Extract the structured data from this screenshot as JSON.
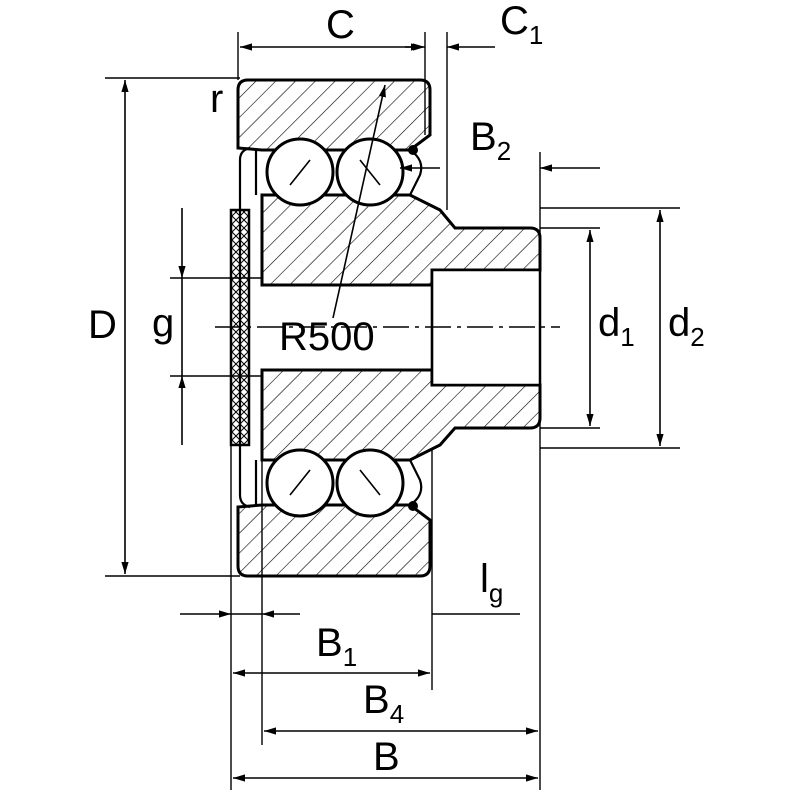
{
  "labels": {
    "C": "C",
    "C1_main": "C",
    "C1_sub": "1",
    "r": "r",
    "B2_main": "B",
    "B2_sub": "2",
    "D": "D",
    "g": "g",
    "R500": "R500",
    "d1_main": "d",
    "d1_sub": "1",
    "d2_main": "d",
    "d2_sub": "2",
    "lg_main": "l",
    "lg_sub": "g",
    "B1_main": "B",
    "B1_sub": "1",
    "B4_main": "B",
    "B4_sub": "4",
    "B": "B"
  },
  "colors": {
    "line": "#000000",
    "background": "#ffffff"
  }
}
